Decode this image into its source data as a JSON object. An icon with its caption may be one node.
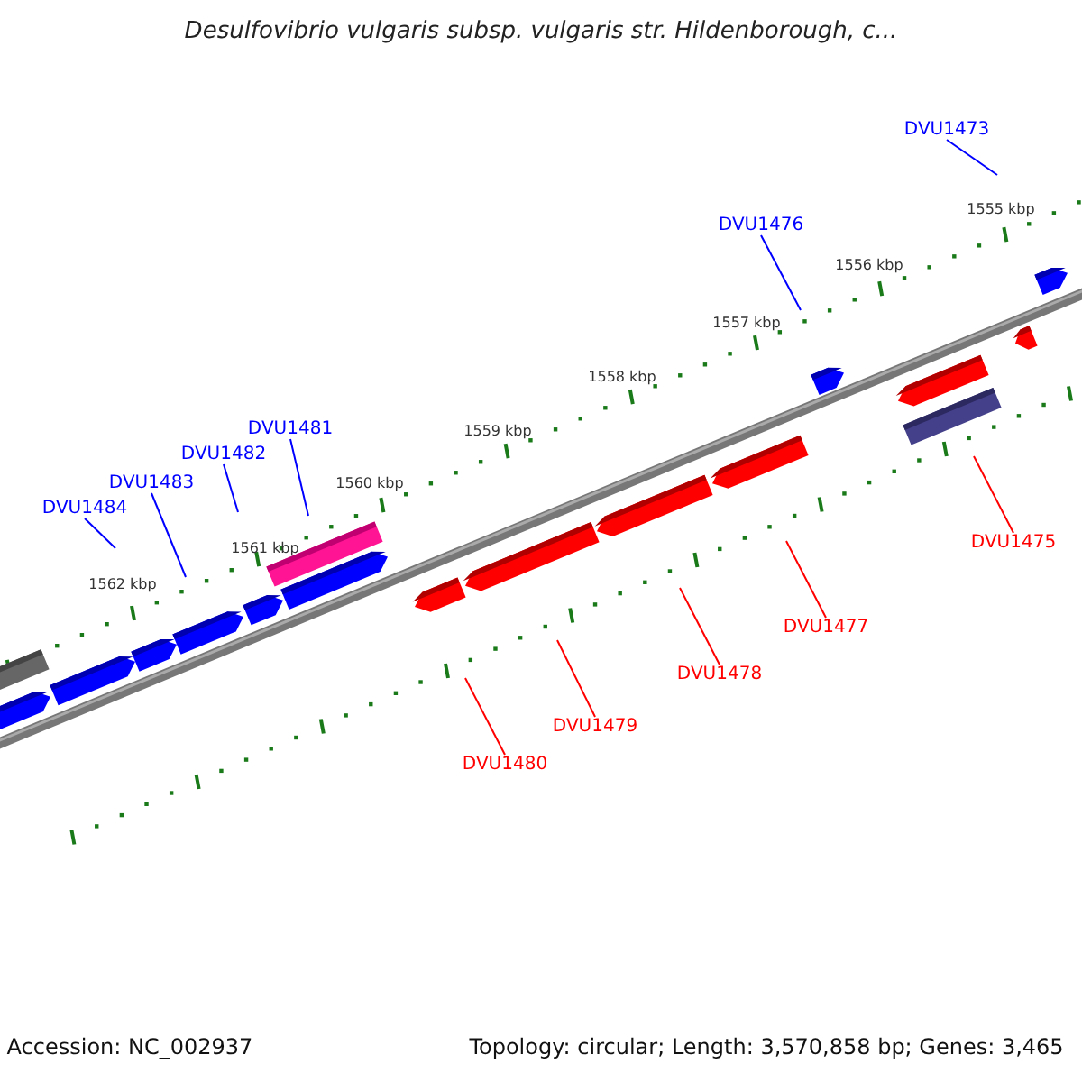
{
  "diagram": {
    "title": "Desulfovibrio vulgaris subsp. vulgaris str. Hildenborough, c...",
    "nodes": [
      {
        "text": [
          "DVU1473"
        ]
      },
      {
        "text": [
          "DVU1476"
        ]
      },
      {
        "text": [
          "DVU1481"
        ]
      },
      {
        "text": [
          "DVU1482"
        ]
      },
      {
        "text": [
          "DVU1483"
        ]
      },
      {
        "text": [
          "DVU1484"
        ]
      },
      {
        "text": [
          "DVU1475"
        ]
      },
      {
        "text": [
          "DVU1477"
        ]
      },
      {
        "text": [
          "DVU1478"
        ]
      },
      {
        "text": [
          "DVU1479"
        ]
      },
      {
        "text": [
          "DVU1480"
        ]
      }
    ],
    "edges": [
      {
        "from": 0,
        "to": null,
        "arrow": "none"
      },
      {
        "from": 1,
        "to": null,
        "arrow": "none"
      },
      {
        "from": 2,
        "to": null,
        "arrow": "none"
      },
      {
        "from": 3,
        "to": null,
        "arrow": "none"
      },
      {
        "from": 4,
        "to": null,
        "arrow": "none"
      },
      {
        "from": 5,
        "to": null,
        "arrow": "none"
      },
      {
        "from": 6,
        "to": null,
        "arrow": "none",
        "color": "#ff0000"
      },
      {
        "from": 7,
        "to": null,
        "arrow": "none",
        "color": "#ff0000"
      },
      {
        "from": 8,
        "to": null,
        "arrow": "none",
        "color": "#ff0000"
      },
      {
        "from": 9,
        "to": null,
        "arrow": "none",
        "color": "#ff0000"
      },
      {
        "from": 10,
        "to": null,
        "arrow": "none",
        "color": "#ff0000"
      }
    ],
    "labels": [
      "1555 kbp",
      "1556 kbp",
      "1557 kbp",
      "1558 kbp",
      "1559 kbp",
      "1560 kbp",
      "1561 kbp",
      "1562 kbp",
      "Accession: NC_002937",
      "Topology: circular; Length: 3,570,858 bp; Genes: 3,465"
    ]
  }
}
